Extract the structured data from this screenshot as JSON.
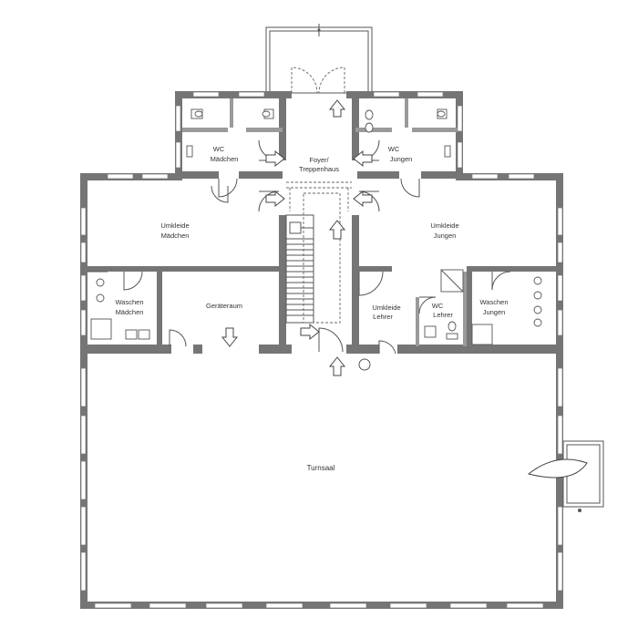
{
  "rooms": {
    "foyer": {
      "line1": "Foyer/",
      "line2": "Treppenhaus"
    },
    "wc_maedchen": {
      "line1": "WC",
      "line2": "Mädchen"
    },
    "wc_jungen": {
      "line1": "WC",
      "line2": "Jungen"
    },
    "umkleide_maedchen": {
      "line1": "Umkleide",
      "line2": "Mädchen"
    },
    "umkleide_jungen": {
      "line1": "Umkleide",
      "line2": "Jungen"
    },
    "waschen_maedchen": {
      "line1": "Waschen",
      "line2": "Mädchen"
    },
    "waschen_jungen": {
      "line1": "Waschen",
      "line2": "Jungen"
    },
    "geraeteraum": {
      "line1": "Geräteraum"
    },
    "umkleide_lehrer": {
      "line1": "Umkleide",
      "line2": "Lehrer"
    },
    "wc_lehrer": {
      "line1": "WC",
      "line2": "Lehrer"
    },
    "turnsaal": {
      "line1": "Turnsaal"
    }
  },
  "colors": {
    "wall": "#757575",
    "line": "#555555",
    "background": "#ffffff"
  }
}
